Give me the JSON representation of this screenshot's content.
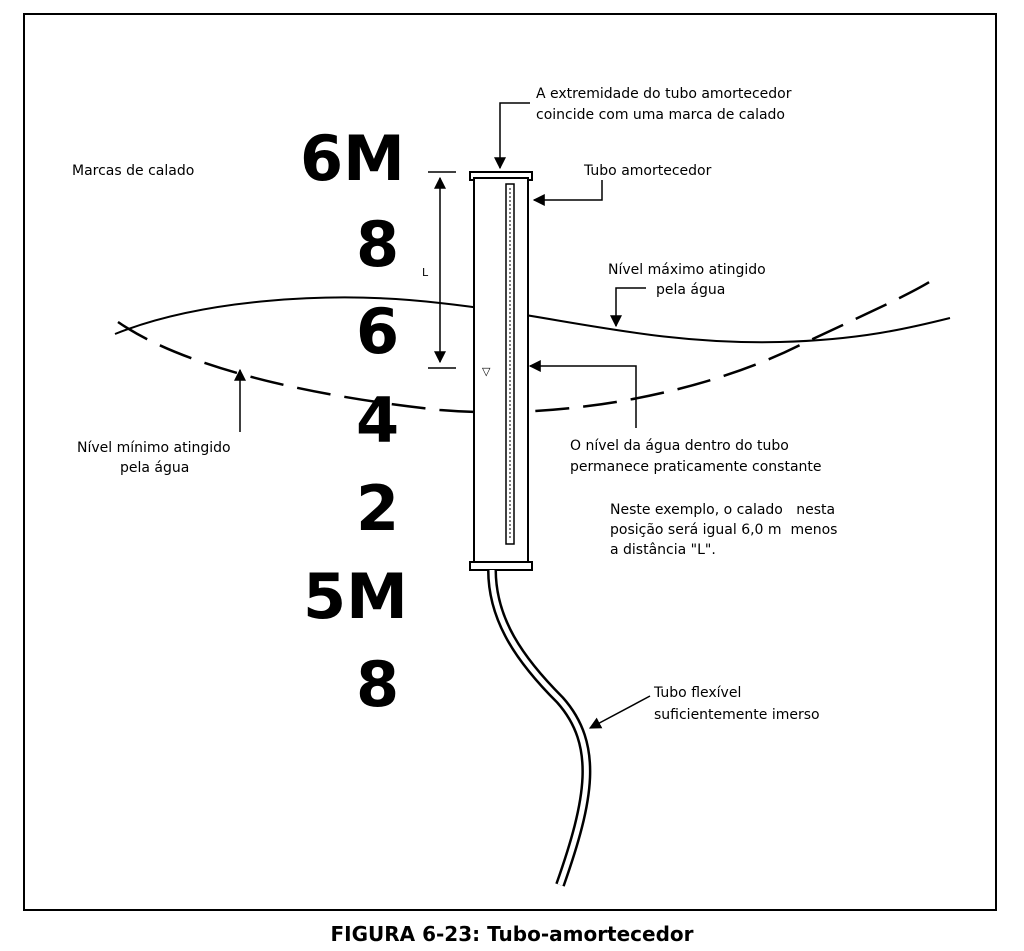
{
  "labels": {
    "top_note_line1": "A extremidade do tubo amortecedor",
    "top_note_line2": "coincide com uma marca de calado",
    "draft_marks": "Marcas de calado",
    "damper_tube": "Tubo amortecedor",
    "max_level_line1": "Nível máximo atingido",
    "max_level_line2": "pela água",
    "min_level_line1": "Nível mínimo atingido",
    "min_level_line2": "pela água",
    "inside_level_line1": "O nível da água dentro do tubo",
    "inside_level_line2": "permanece praticamente constante",
    "example_line1": "Neste exemplo, o calado   nesta",
    "example_line2": "posição será igual 6,0 m  menos",
    "example_line3": "a distância \"L\".",
    "flex_tube_line1": "Tubo flexível",
    "flex_tube_line2": "suficientemente imerso",
    "distance_symbol": "L",
    "water_symbol": "▽"
  },
  "marks": [
    "6M",
    "8",
    "6",
    "4",
    "2",
    "5M",
    "8"
  ],
  "caption": "FIGURA 6-23: Tubo-amortecedor"
}
